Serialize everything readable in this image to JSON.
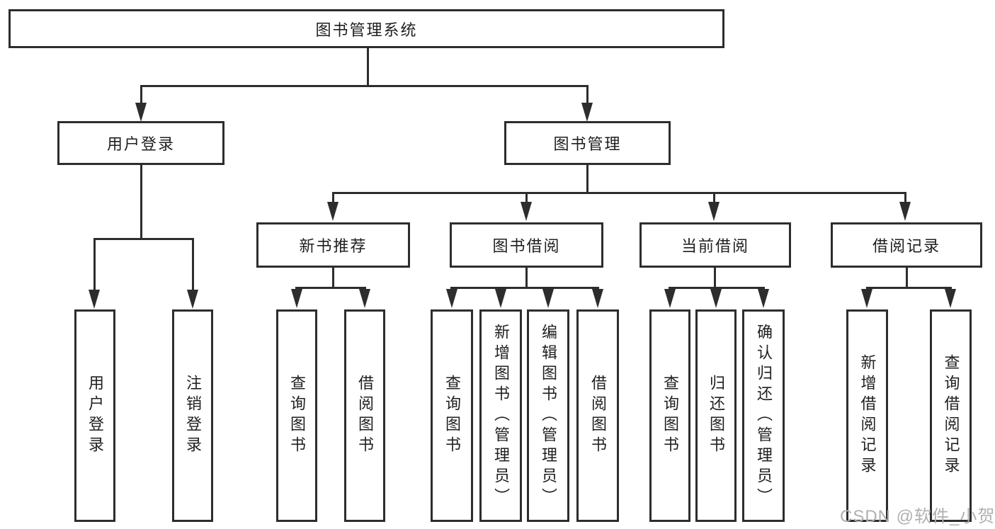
{
  "diagram": {
    "root": {
      "label": "图书管理系统"
    },
    "level2": {
      "user_login": {
        "label": "用户登录"
      },
      "book_management": {
        "label": "图书管理"
      }
    },
    "level3": {
      "new_book_recommend": {
        "label": "新书推荐"
      },
      "book_borrow": {
        "label": "图书借阅"
      },
      "current_borrow": {
        "label": "当前借阅"
      },
      "borrow_records": {
        "label": "借阅记录"
      }
    },
    "leaves": {
      "user_login": {
        "label": "用户登录"
      },
      "logout": {
        "label": "注销登录"
      },
      "query_books_1": {
        "label": "查询图书"
      },
      "borrow_books_1": {
        "label": "借阅图书"
      },
      "query_books_2": {
        "label": "查询图书"
      },
      "add_book_admin": {
        "label": "新增图书（管理员）"
      },
      "edit_book_admin": {
        "label": "编辑图书（管理员）"
      },
      "borrow_books_2": {
        "label": "借阅图书"
      },
      "query_books_3": {
        "label": "查询图书"
      },
      "return_book": {
        "label": "归还图书"
      },
      "confirm_return_admin": {
        "label": "确认归还（管理员）"
      },
      "add_borrow_record": {
        "label": "新增借阅记录"
      },
      "query_borrow_record": {
        "label": "查询借阅记录"
      }
    },
    "watermark": "CSDN @软件_小贺同学",
    "colors": {
      "line": "#2d2d2d",
      "text": "#1f1f1f",
      "background": "#ffffff",
      "watermark": "#b0b0b0"
    }
  }
}
